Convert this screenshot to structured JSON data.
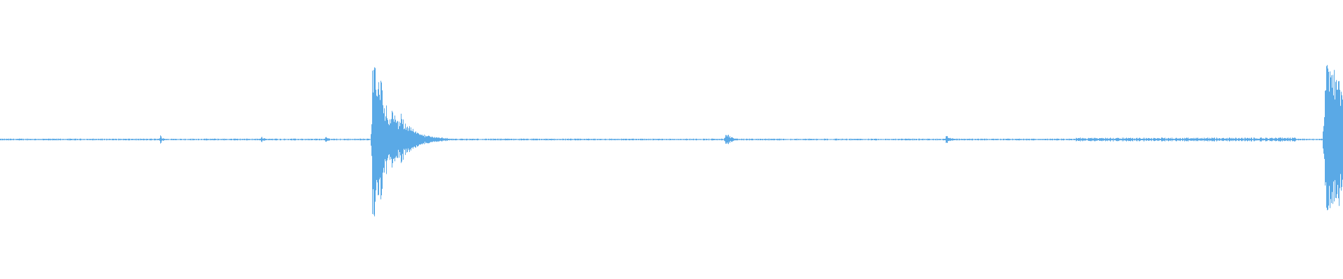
{
  "waveform": {
    "color": "#5aa9e6",
    "background": "#ffffff",
    "duration_units": 1000,
    "noise_floor": 0.006,
    "bursts": [
      {
        "t": 119,
        "amp": 0.05,
        "decay": 2
      },
      {
        "t": 194,
        "amp": 0.035,
        "decay": 3
      },
      {
        "t": 242,
        "amp": 0.03,
        "decay": 3
      },
      {
        "t": 277,
        "amp": 0.82,
        "decay": 14,
        "main": true
      },
      {
        "t": 298,
        "amp": 0.28,
        "decay": 10
      },
      {
        "t": 540,
        "amp": 0.08,
        "decay": 4
      },
      {
        "t": 704,
        "amp": 0.05,
        "decay": 4
      },
      {
        "t": 986,
        "amp": 0.85,
        "decay": 30,
        "main": true
      }
    ],
    "textured_region": {
      "start": 800,
      "end": 965,
      "amp": 0.015
    }
  }
}
